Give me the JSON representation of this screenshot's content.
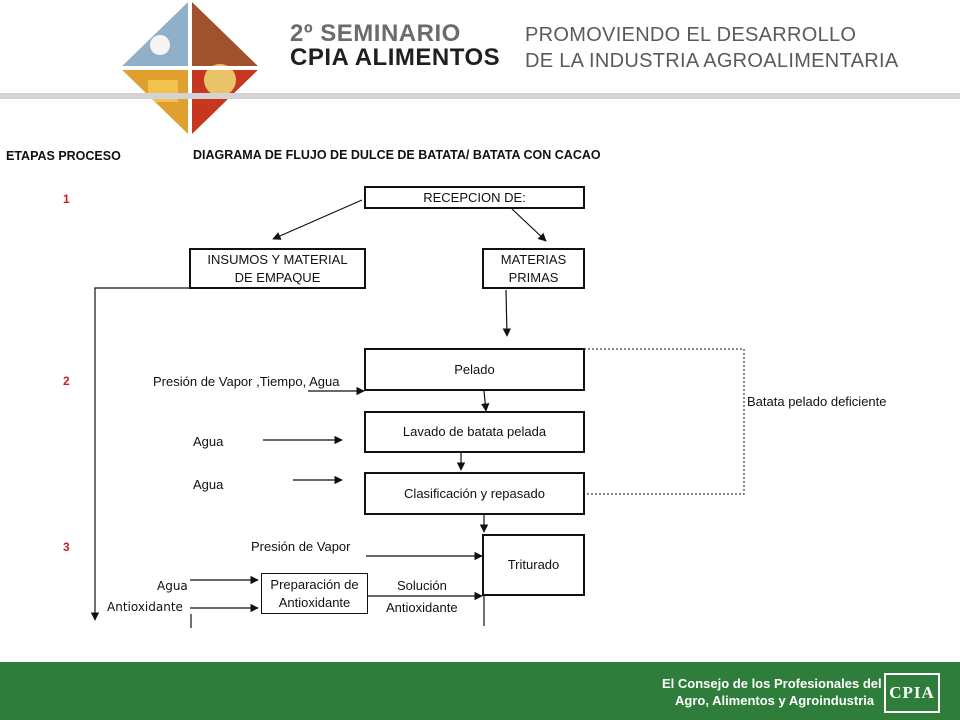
{
  "header": {
    "event_number": "2º SEMINARIO",
    "event_name": "CPIA ALIMENTOS",
    "tagline_line1": "PROMOVIENDO EL DESARROLLO",
    "tagline_line2": "DE LA INDUSTRIA AGROALIMENTARIA"
  },
  "diagram": {
    "stages_title": "ETAPAS PROCESO",
    "title": "DIAGRAMA DE FLUJO DE DULCE DE BATATA/ BATATA CON CACAO",
    "stage_numbers": [
      "1",
      "2",
      "3"
    ],
    "boxes": {
      "recepcion": "RECEPCION DE:",
      "insumos_l1": "INSUMOS Y MATERIAL",
      "insumos_l2": "DE EMPAQUE",
      "materias_l1": "MATERIAS",
      "materias_l2": "PRIMAS",
      "pelado": "Pelado",
      "lavado": "Lavado de batata pelada",
      "clasificacion": "Clasificación y repasado",
      "triturado": "Triturado",
      "preparacion_l1": "Preparación de",
      "preparacion_l2": "Antioxidante"
    },
    "inputs": {
      "presion_tiempo_agua": "Presión de Vapor ,Tiempo, Agua",
      "agua_lavado": "Agua",
      "agua_clasificacion": "Agua",
      "presion_vapor": "Presión de Vapor",
      "agua_prep": "Agua",
      "antioxidante": "Antioxidante",
      "solucion": "Solución",
      "solucion_antioxidante": "Antioxidante"
    },
    "reject_label": "Batata pelado deficiente"
  },
  "footer": {
    "council_line1": "El Consejo de los Profesionales del",
    "council_line2": "Agro, Alimentos y Agroindustria",
    "logo_text": "CPIA"
  },
  "colors": {
    "footer_green": "#2e7d3a",
    "stage_red": "#d01f1f",
    "header_rule_gray": "#d3d3d3"
  }
}
